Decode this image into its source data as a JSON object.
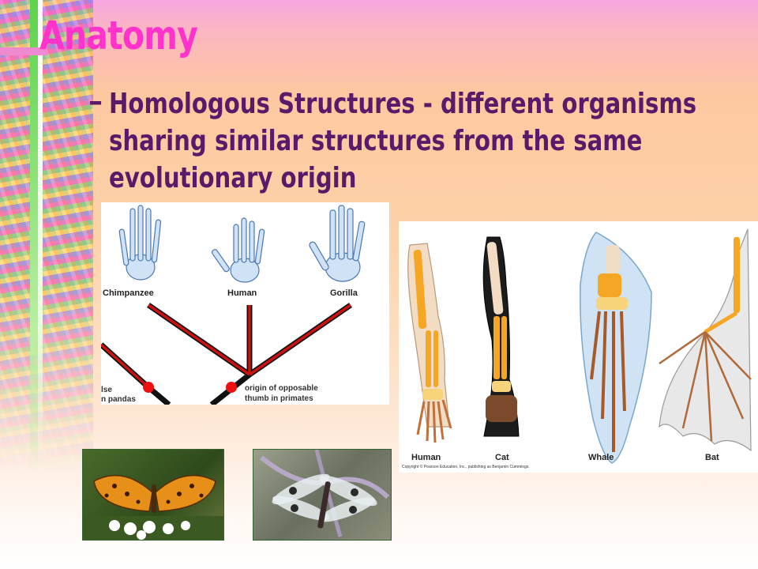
{
  "slide": {
    "title": "Anatomy",
    "bullet_dash": "–",
    "bullet_text": "Homologous Structures - different organisms sharing similar structures from the same evolutionary origin"
  },
  "figure_primates": {
    "labels": [
      "Chimpanzee",
      "Human",
      "Gorilla"
    ],
    "note_left_1": "lse",
    "note_left_2": "n pandas",
    "note_right_1": "origin of opposable",
    "note_right_2": "thumb in primates"
  },
  "figure_limbs": {
    "labels": [
      "Human",
      "Cat",
      "Whale",
      "Bat"
    ],
    "copyright": "Copyright © Pearson Education, Inc., publishing as Benjamin Cummings."
  },
  "colors": {
    "title": "#ff33cc",
    "body_text": "#5a1a6a",
    "tree_red": "#cc1111",
    "bone_yellow": "#f5a623"
  }
}
